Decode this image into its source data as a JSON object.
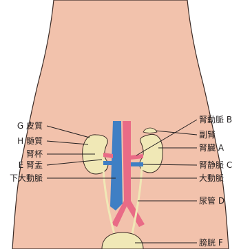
{
  "colors": {
    "skin": "#f2c2ac",
    "skin_outline": "#3a2a25",
    "kidney": "#f0e8b6",
    "artery": "#e96b86",
    "vein": "#3f7fc4",
    "leader": "#231f20"
  },
  "labels": {
    "cortex_g": "G 皮質",
    "medulla_h": "H 髄質",
    "calyx": "腎杯",
    "pelvis_e": "E 腎盂",
    "ivc": "下大動脈",
    "renal_artery_b": "腎動脈 B",
    "adrenal": "副腎",
    "kidney_a": "腎臓 A",
    "renal_vein_c": "腎静脈 C",
    "aorta": "大動脈",
    "ureter_d": "尿管 D",
    "bladder_f": "膀胱 F"
  }
}
